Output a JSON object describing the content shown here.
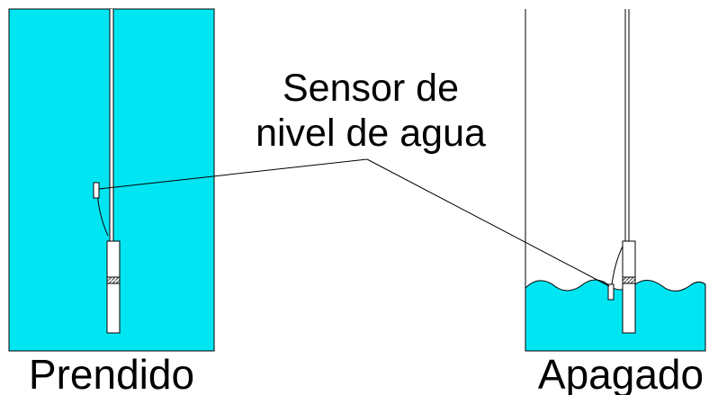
{
  "sensor_label": {
    "line1": "Sensor de",
    "line2": "nivel de agua"
  },
  "states": {
    "left_caption": "Prendido",
    "right_caption": "Apagado"
  },
  "colors": {
    "water": "#00e5f2",
    "outline": "#000000",
    "pipe_fill": "#ffffff",
    "band": "#777777",
    "background": "#ffffff"
  }
}
